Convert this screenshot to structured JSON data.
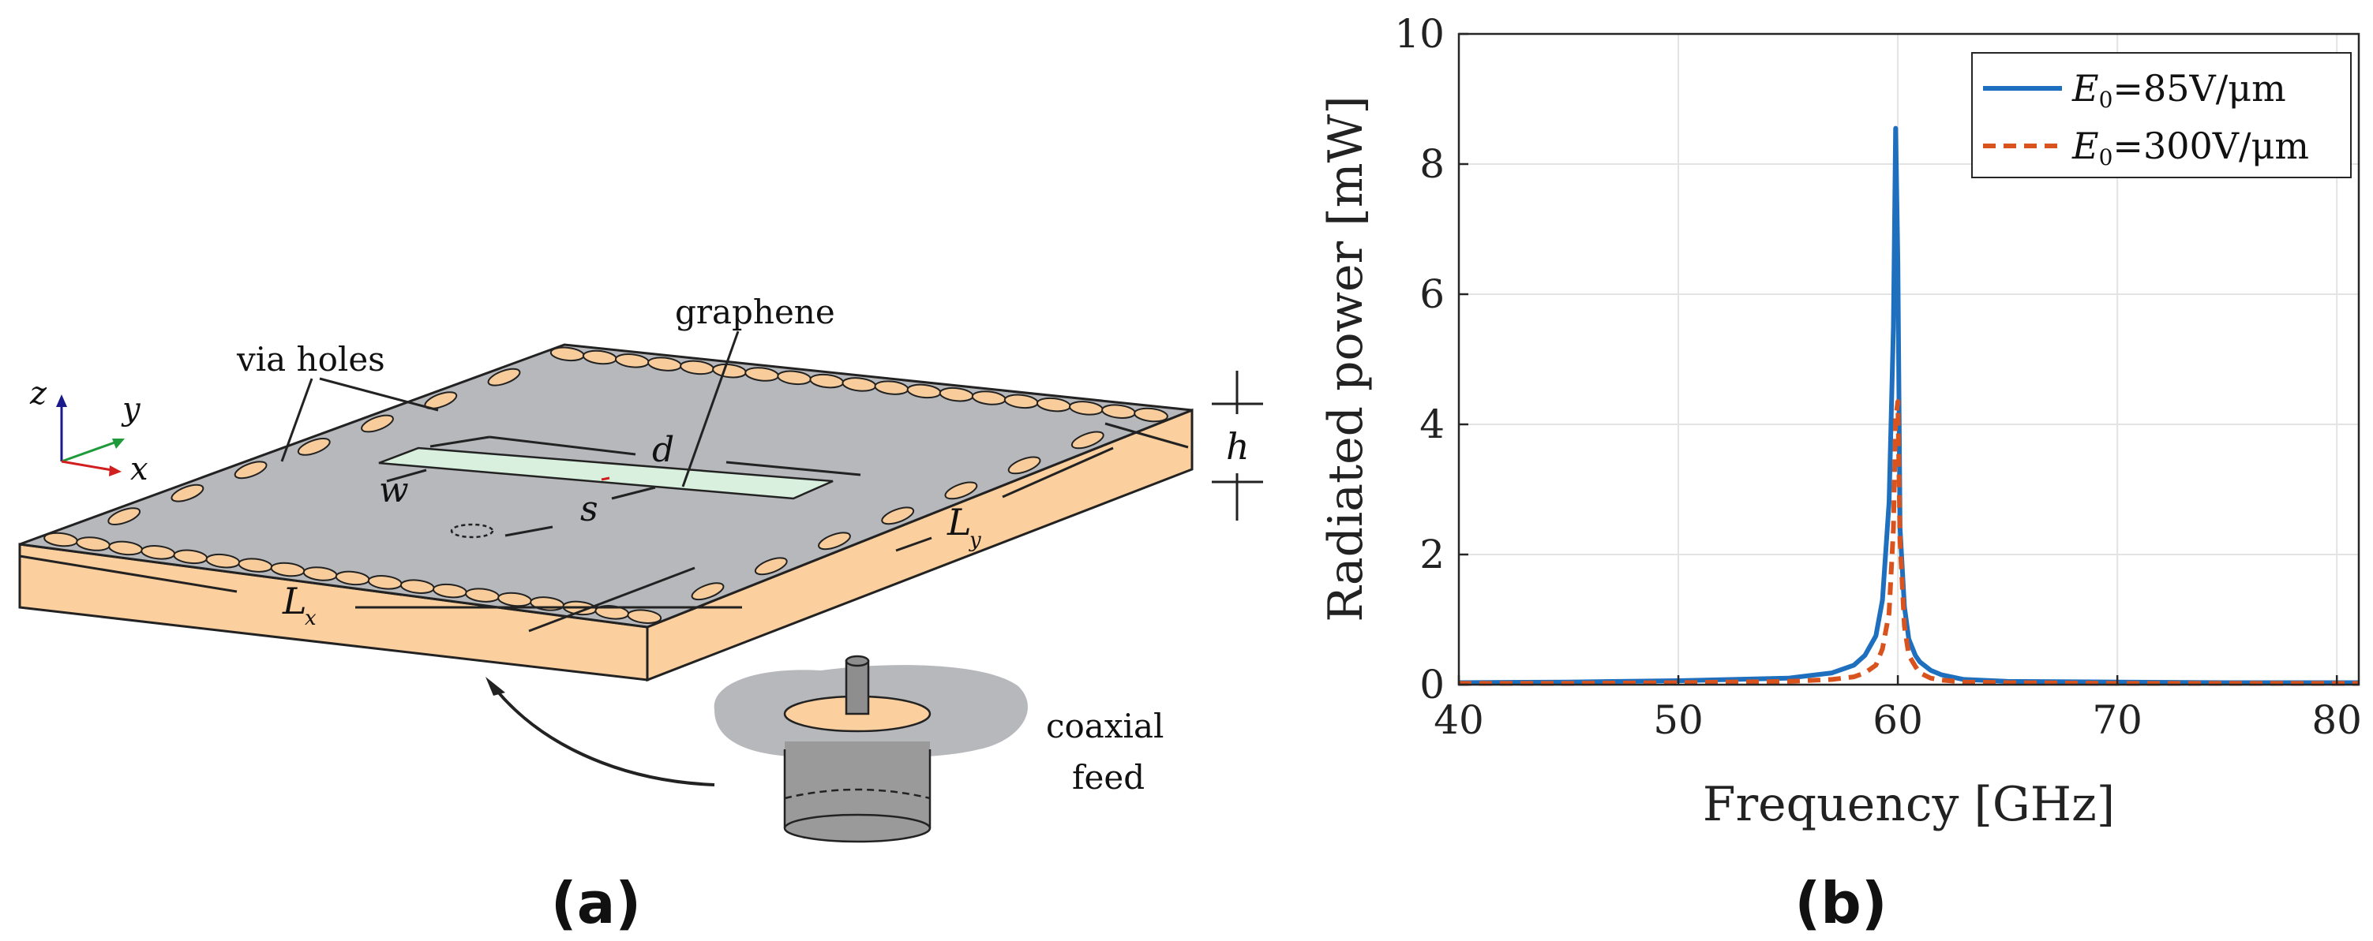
{
  "panel_a": {
    "caption": "(a)",
    "labels": {
      "via_holes": "via holes",
      "graphene": "graphene",
      "d": "d",
      "w": "w",
      "s": "s",
      "h": "h",
      "Lx": "L",
      "Lx_sub": "x",
      "Ly": "L",
      "Ly_sub": "y",
      "coaxial": "coaxial",
      "feed": "feed",
      "axis_z": "z",
      "axis_y": "y",
      "axis_x": "x"
    },
    "colors": {
      "top_face": "#B7B8BC",
      "substrate": "#FBCF9E",
      "via_fill": "#F8CD9B",
      "graphene": "#D9F0DF",
      "axis_z": "#1a1a8c",
      "axis_y": "#1f9a3a",
      "axis_x": "#d11f1f"
    }
  },
  "panel_b": {
    "caption": "(b)"
  },
  "chart_data": {
    "type": "line",
    "xlabel": "Frequency [GHz]",
    "ylabel": "Radiated power [mW]",
    "xlim": [
      40,
      81
    ],
    "ylim": [
      0,
      10
    ],
    "xticks": [
      40,
      50,
      60,
      70,
      80
    ],
    "yticks": [
      0,
      2,
      4,
      6,
      8,
      10
    ],
    "grid": true,
    "legend_position": "top-right",
    "x": [
      40,
      45,
      50,
      55,
      57,
      58,
      58.5,
      59,
      59.3,
      59.6,
      59.8,
      59.9,
      60.0,
      60.1,
      60.3,
      60.5,
      60.8,
      61,
      61.5,
      62,
      63,
      65,
      70,
      75,
      81
    ],
    "series": [
      {
        "name": "E",
        "name_sub": "0",
        "name_rest": "=85V/μm",
        "color": "#1f6fbf",
        "dash": "solid",
        "values": [
          0.03,
          0.04,
          0.06,
          0.1,
          0.18,
          0.3,
          0.45,
          0.75,
          1.3,
          2.8,
          5.5,
          8.55,
          6.5,
          2.4,
          1.2,
          0.7,
          0.45,
          0.35,
          0.22,
          0.15,
          0.08,
          0.05,
          0.04,
          0.03,
          0.03
        ]
      },
      {
        "name": "E",
        "name_sub": "0",
        "name_rest": "=300V/μm",
        "color": "#d9531e",
        "dash": "dashed",
        "values": [
          0.02,
          0.02,
          0.03,
          0.05,
          0.08,
          0.12,
          0.18,
          0.3,
          0.55,
          1.1,
          2.4,
          4.1,
          4.35,
          2.2,
          0.9,
          0.45,
          0.28,
          0.18,
          0.1,
          0.07,
          0.04,
          0.03,
          0.02,
          0.02,
          0.02
        ]
      }
    ]
  }
}
